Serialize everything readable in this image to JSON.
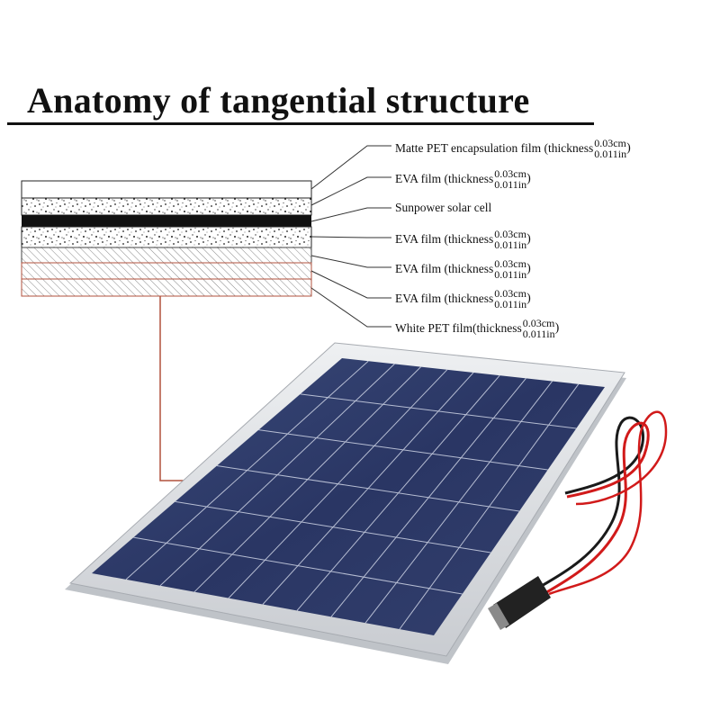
{
  "title": "Anatomy of tangential structure",
  "layers": [
    {
      "name": "Matte PET encapsulation film (thickness",
      "value_cm": "0.03cm",
      "value_in": "0.011in",
      "close": ")"
    },
    {
      "name": "EVA film (thickness",
      "value_cm": "0.03cm",
      "value_in": "0.011in",
      "close": ")"
    },
    {
      "name": "Sunpower solar cell",
      "value_cm": "",
      "value_in": "",
      "close": ""
    },
    {
      "name": "EVA film (thickness",
      "value_cm": "0.03cm",
      "value_in": "0.011in",
      "close": ")"
    },
    {
      "name": "EVA film (thickness",
      "value_cm": "0.03cm",
      "value_in": "0.011in",
      "close": ")"
    },
    {
      "name": "EVA film (thickness",
      "value_cm": "0.03cm",
      "value_in": "0.011in",
      "close": ")"
    },
    {
      "name": "White PET film(thickness",
      "value_cm": "0.03cm",
      "value_in": "0.011in",
      "close": ")"
    }
  ],
  "colors": {
    "title": "#111111",
    "leader_line": "#333333",
    "callout_line": "#b0503c",
    "panel_cell": "#2e3b66",
    "panel_frame": "#d6d8dc",
    "cable_red": "#d11a1a",
    "cable_black": "#1a1a1a"
  },
  "icons": [
    "layer-stack-diagram",
    "solar-panel-illustration",
    "dc-connector-plug"
  ]
}
